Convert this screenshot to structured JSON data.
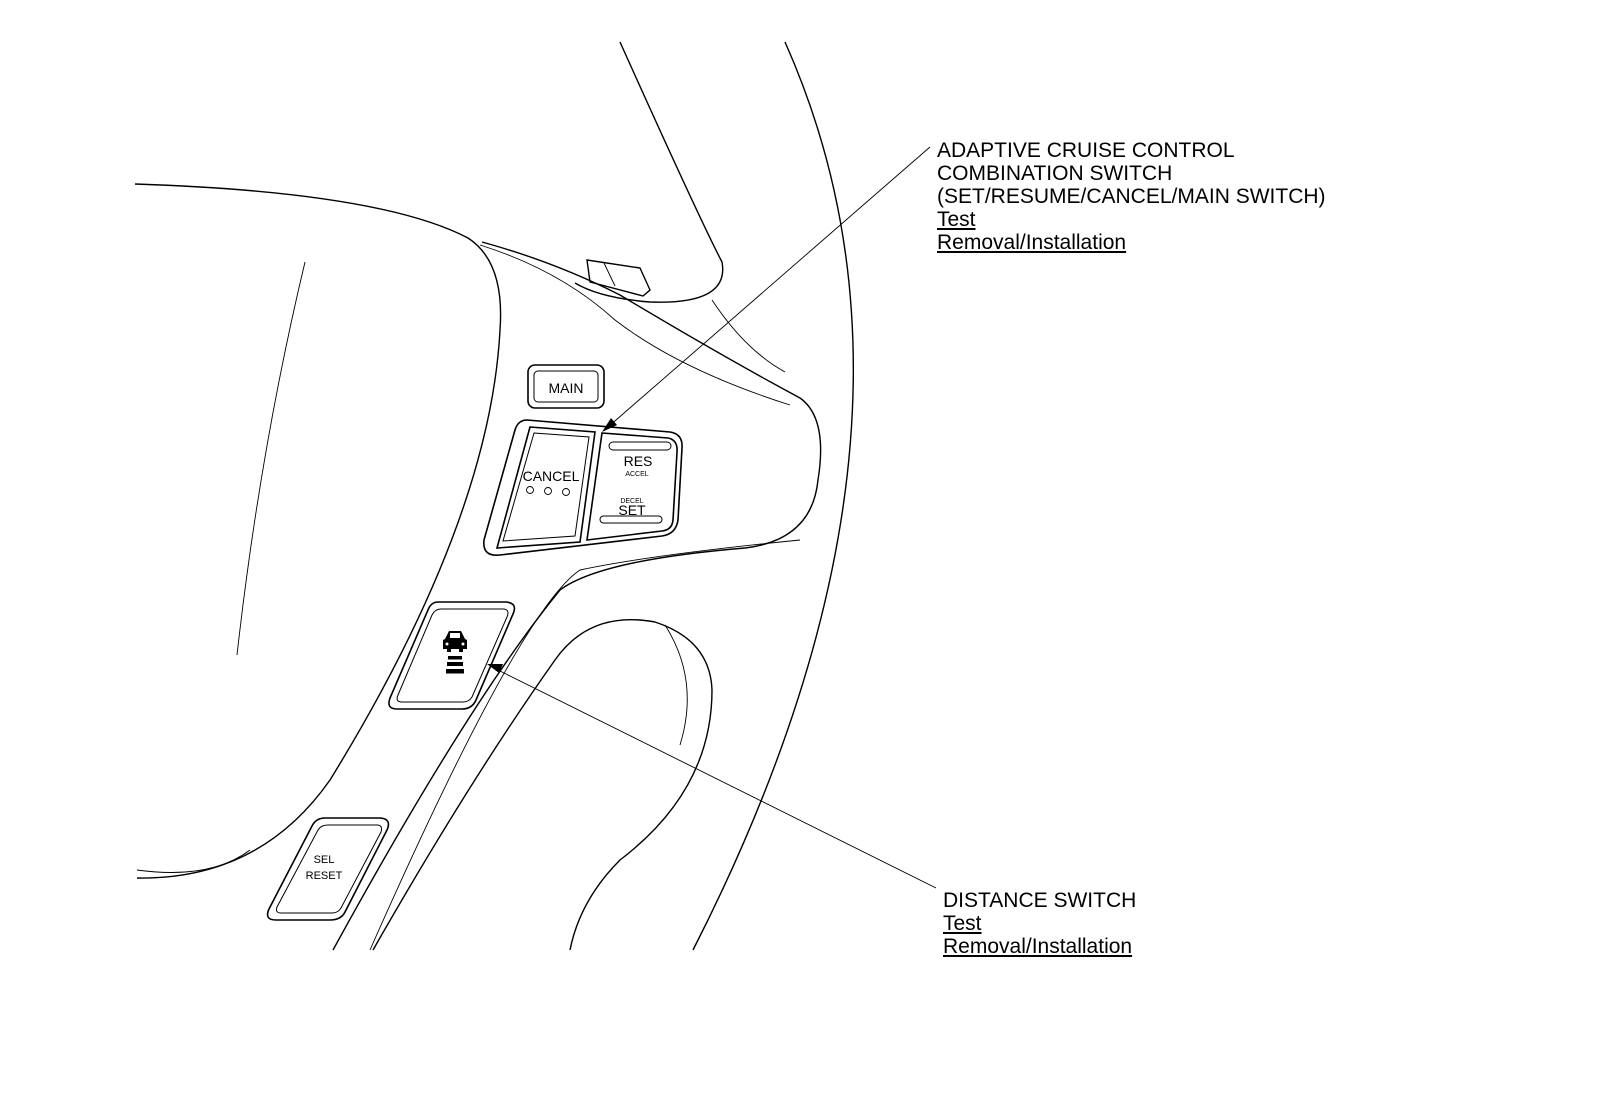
{
  "buttons": {
    "main": "MAIN",
    "cancel": "CANCEL",
    "res": "RES",
    "accel": "ACCEL",
    "decel": "DECEL",
    "set": "SET",
    "sel": "SEL",
    "reset": "RESET"
  },
  "callouts": {
    "acc_switch": {
      "lines": [
        "ADAPTIVE CRUISE CONTROL",
        "COMBINATION SWITCH",
        "(SET/RESUME/CANCEL/MAIN SWITCH)"
      ],
      "links": [
        "Test",
        "Removal/Installation"
      ]
    },
    "distance_switch": {
      "lines": [
        "DISTANCE SWITCH"
      ],
      "links": [
        "Test",
        "Removal/Installation"
      ]
    }
  }
}
